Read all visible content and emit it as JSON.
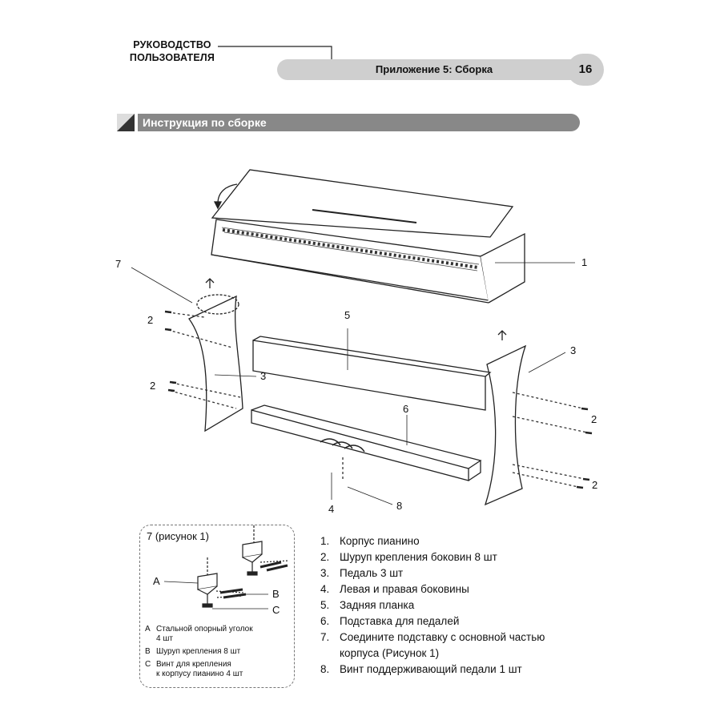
{
  "header": {
    "guide_title_line1": "РУКОВОДСТВО",
    "guide_title_line2": "ПОЛЬЗОВАТЕЛЯ",
    "appendix_title": "Приложение 5: Сборка",
    "page_number": "16"
  },
  "section": {
    "title": "Инструкция по сборке"
  },
  "callouts": {
    "c1": "1",
    "c2a": "2",
    "c2b": "2",
    "c2c": "2",
    "c2d": "2",
    "c3a": "3",
    "c3b": "3",
    "c4": "4",
    "c5": "5",
    "c6": "6",
    "c7": "7",
    "c8": "8"
  },
  "figure": {
    "title": "7 (рисунок 1)",
    "label_a": "A",
    "label_b": "B",
    "label_c": "C",
    "legend": [
      {
        "letter": "A",
        "line1": "Стальной опорный уголок",
        "line2": "4 шт"
      },
      {
        "letter": "B",
        "line1": "Шуруп крепления 8 шт",
        "line2": ""
      },
      {
        "letter": "C",
        "line1": "Винт для крепления",
        "line2": "к корпусу пианино 4 шт"
      }
    ]
  },
  "parts_list": [
    {
      "num": "1.",
      "text": "Корпус пианино"
    },
    {
      "num": "2.",
      "text": "Шуруп крепления боковин 8 шт"
    },
    {
      "num": "3.",
      "text": "Педаль 3 шт"
    },
    {
      "num": "4.",
      "text": "Левая и правая боковины"
    },
    {
      "num": "5.",
      "text": "Задняя планка"
    },
    {
      "num": "6.",
      "text": "Подставка для педалей"
    },
    {
      "num": "7.",
      "text": "Соедините подставку с основной частью"
    },
    {
      "num": "",
      "text": "корпуса (Рисунок 1)"
    },
    {
      "num": "8.",
      "text": "Винт поддерживающий педали 1 шт"
    }
  ]
}
